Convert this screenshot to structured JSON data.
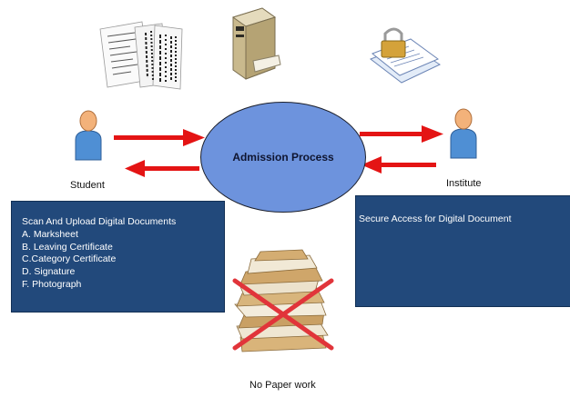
{
  "center": {
    "label": "Admission Process"
  },
  "student": {
    "label": "Student"
  },
  "institute": {
    "label": "Institute"
  },
  "student_panel": {
    "title": "Scan And Upload Digital Documents",
    "items": [
      "A. Marksheet",
      "B. Leaving Certificate",
      "C.Category Certificate",
      "D. Signature",
      "F. Photograph"
    ]
  },
  "institute_panel": {
    "title": "Secure Access for Digital Document"
  },
  "no_paper": {
    "label": "No Paper work"
  },
  "colors": {
    "arrow": "#e41414",
    "ellipse": "#6d93dd",
    "panel": "#22497b",
    "cross": "#e1343a"
  },
  "icons": [
    "documents-icon",
    "server-icon",
    "locked-documents-icon",
    "person-icon",
    "paper-stack-icon",
    "cross-icon"
  ]
}
